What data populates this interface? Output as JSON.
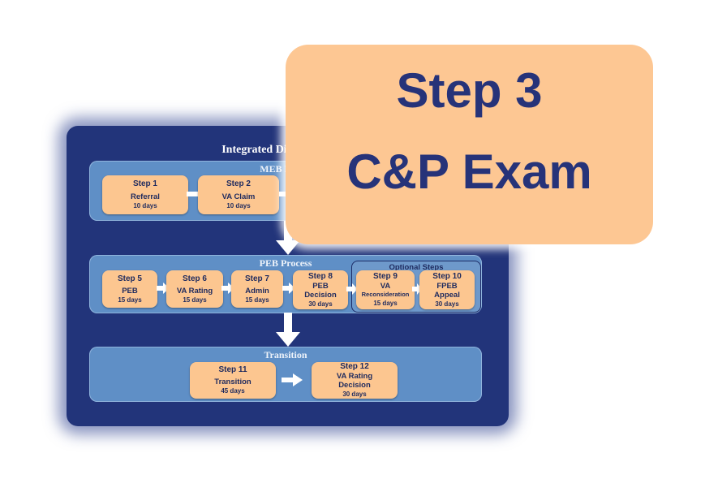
{
  "board": {
    "title": "Integrated Disability Evalu"
  },
  "meb": {
    "title": "MEB Proce",
    "steps": [
      {
        "step": "Step 1",
        "label": "Referral",
        "days": "10 days"
      },
      {
        "step": "Step 2",
        "label": "VA Claim",
        "days": "10 days"
      }
    ]
  },
  "peb": {
    "title": "PEB Process",
    "optional_title": "Optional Steps",
    "steps": [
      {
        "step": "Step 5",
        "label": "PEB",
        "days": "15 days"
      },
      {
        "step": "Step 6",
        "label": "VA Rating",
        "days": "15 days"
      },
      {
        "step": "Step 7",
        "label": "Admin",
        "days": "15 days"
      },
      {
        "step": "Step 8",
        "label1": "PEB",
        "label2": "Decision",
        "days": "30 days"
      },
      {
        "step": "Step 9",
        "label1": "VA",
        "label2": "Reconsideration",
        "days": "15 days"
      },
      {
        "step": "Step 10",
        "label1": "FPEB",
        "label2": "Appeal",
        "days": "30 days"
      }
    ]
  },
  "transition": {
    "title": "Transition",
    "steps": [
      {
        "step": "Step 11",
        "label": "Transition",
        "days": "45 days"
      },
      {
        "step": "Step 12",
        "label1": "VA Rating",
        "label2": "Decision",
        "days": "30 days"
      }
    ]
  },
  "callout": {
    "line1": "Step 3",
    "line2": "C&P Exam"
  },
  "colors": {
    "board": "#22347a",
    "panel": "#5f8fc6",
    "step_box": "#fcc690",
    "text_navy": "#263379",
    "callout": "#fdc793"
  }
}
